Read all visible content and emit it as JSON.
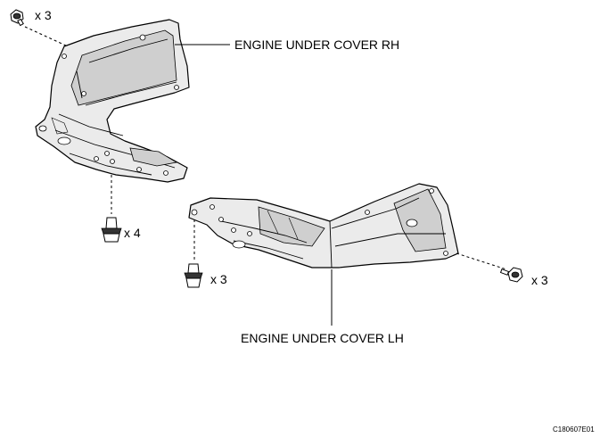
{
  "labels": {
    "rh": "ENGINE UNDER COVER RH",
    "lh": "ENGINE UNDER COVER LH"
  },
  "quantities": {
    "bolt_rh_top": "x 3",
    "clip_rh_bottom": "x 4",
    "clip_lh_left": "x 3",
    "bolt_lh_right": "x 3"
  },
  "figure_code": "C180607E01"
}
